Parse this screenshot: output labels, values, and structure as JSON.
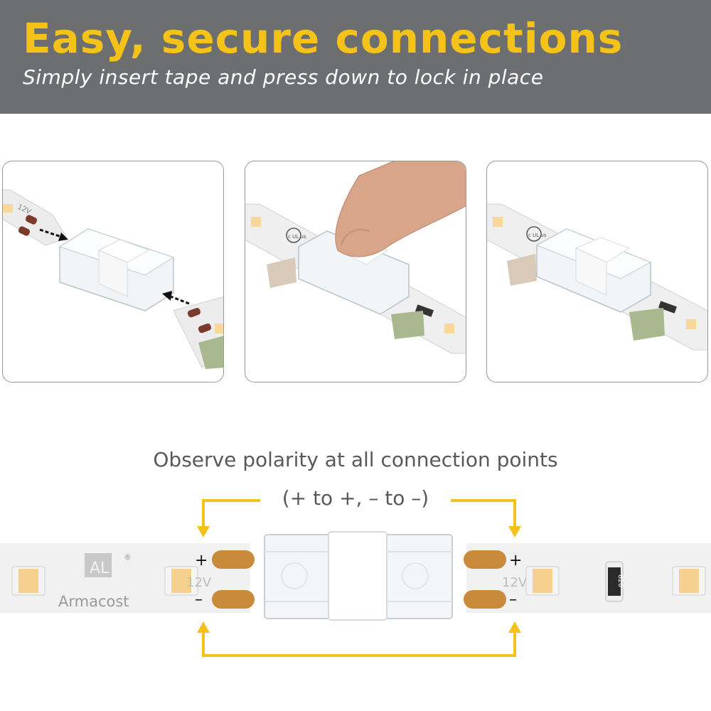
{
  "banner": {
    "title": "Easy, secure connections",
    "subtitle": "Simply insert tape and press down to lock in place",
    "background_color": "#6d6e70",
    "title_color": "#f5c21a"
  },
  "steps": [
    {
      "voltage_label": "12V",
      "icon": "arrow-icon"
    },
    {
      "cert_mark": "c UL us",
      "icon": "finger-press"
    },
    {
      "cert_mark": "c UL us",
      "icon": "connector-locked"
    }
  ],
  "polarity": {
    "title": "Observe polarity at all connection points",
    "rule": "(+ to +, – to –)",
    "plus": "+",
    "minus": "–",
    "voltage_label": "12V",
    "brand": "Armacost",
    "brand_registered": "®",
    "resistor_code": "820",
    "arrow_color": "#f5c21a",
    "pad_color": "#c98a3a"
  }
}
